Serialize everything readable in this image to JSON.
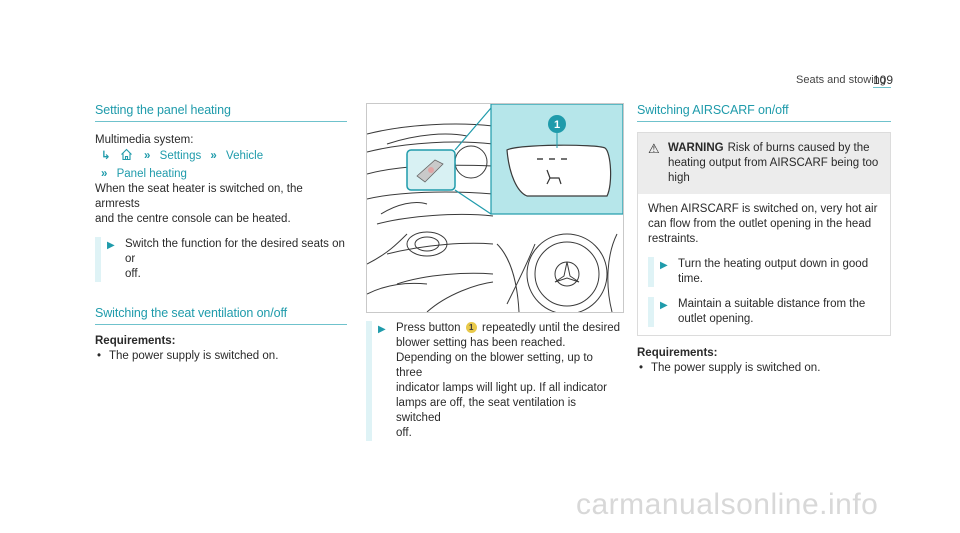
{
  "header": {
    "section": "Seats and stowing",
    "page_number": "109"
  },
  "col1": {
    "title": "Setting the panel heating",
    "nav_intro": "Multimedia system:",
    "nav_home_icon": "home-icon",
    "nav_items": [
      "Settings",
      "Vehicle",
      "Panel heating"
    ],
    "description": [
      "When the seat heater is switched on, the armrests",
      "and the centre console can be heated."
    ],
    "step": [
      "Switch the function for the desired seats on or",
      "off."
    ],
    "title2": "Switching the seat ventilation on/off",
    "req_label": "Requirements:",
    "req_item": "The power supply is switched on."
  },
  "col2": {
    "callout": "1",
    "steps": [
      "Press button",
      "repeatedly until the desired",
      "blower setting has been reached.",
      "Depending on the blower setting, up to three",
      "indicator lamps will light up. If all indicator",
      "lamps are off, the seat ventilation is switched",
      "off."
    ]
  },
  "col3": {
    "title": "Switching AIRSCARF on/off",
    "warning_label": "WARNING",
    "warning_text": [
      "Risk of burns caused by the",
      "heating output from AIRSCARF being too",
      "high"
    ],
    "body": [
      "When AIRSCARF is switched on, very hot air",
      "can flow from the outlet opening in the head",
      "restraints."
    ],
    "step1": [
      "Turn the heating output down in good",
      "time."
    ],
    "step2": [
      "Maintain a suitable distance from the",
      "outlet opening."
    ],
    "req_label": "Requirements:",
    "req_item": "The power supply is switched on."
  },
  "colors": {
    "accent": "#1f9bab",
    "inset": "#b6e6ea",
    "badge": "#e8c94a",
    "warning_bg": "#ececec"
  },
  "watermark": "carmanualsonline.info"
}
